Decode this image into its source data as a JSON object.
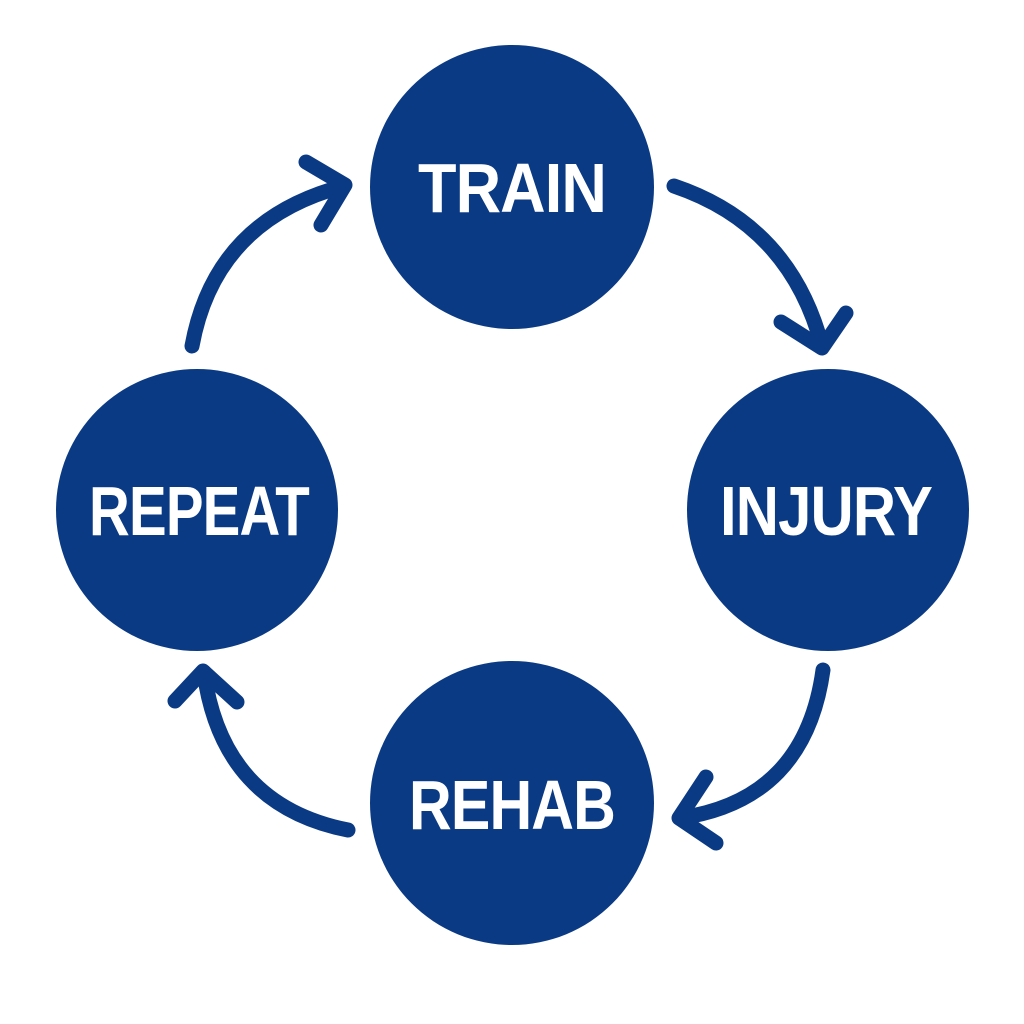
{
  "diagram": {
    "type": "cycle",
    "colors": {
      "node_fill": "#0b3a84",
      "arrow": "#0b3a84",
      "label": "#ffffff",
      "background": "#ffffff"
    },
    "nodes": [
      {
        "id": "train",
        "label": "TRAIN"
      },
      {
        "id": "injury",
        "label": "INJURY"
      },
      {
        "id": "rehab",
        "label": "REHAB"
      },
      {
        "id": "repeat",
        "label": "REPEAT"
      }
    ],
    "edges": [
      {
        "from": "train",
        "to": "injury",
        "icon": "curved-arrow-icon"
      },
      {
        "from": "injury",
        "to": "rehab",
        "icon": "curved-arrow-icon"
      },
      {
        "from": "rehab",
        "to": "repeat",
        "icon": "curved-arrow-icon"
      },
      {
        "from": "repeat",
        "to": "train",
        "icon": "curved-arrow-icon"
      }
    ]
  }
}
